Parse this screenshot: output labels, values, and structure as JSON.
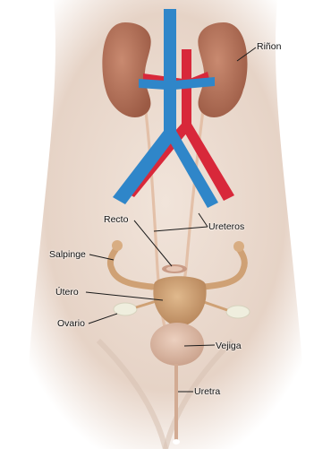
{
  "labels": {
    "rinon": "Riñon",
    "recto": "Recto",
    "ureteros": "Ureteros",
    "salpinge": "Salpinge",
    "utero": "Útero",
    "ovario": "Ovario",
    "vejiga": "Vejiga",
    "uretra": "Uretra"
  },
  "colors": {
    "skin": "#e8d7cb",
    "kidney": "#b8735c",
    "vein": "#2f86c9",
    "artery": "#d8283a",
    "ureter": "#e3c0a8",
    "uterus": "#d1a375",
    "bladder": "#dcb8a4",
    "ovary": "#efeede"
  }
}
